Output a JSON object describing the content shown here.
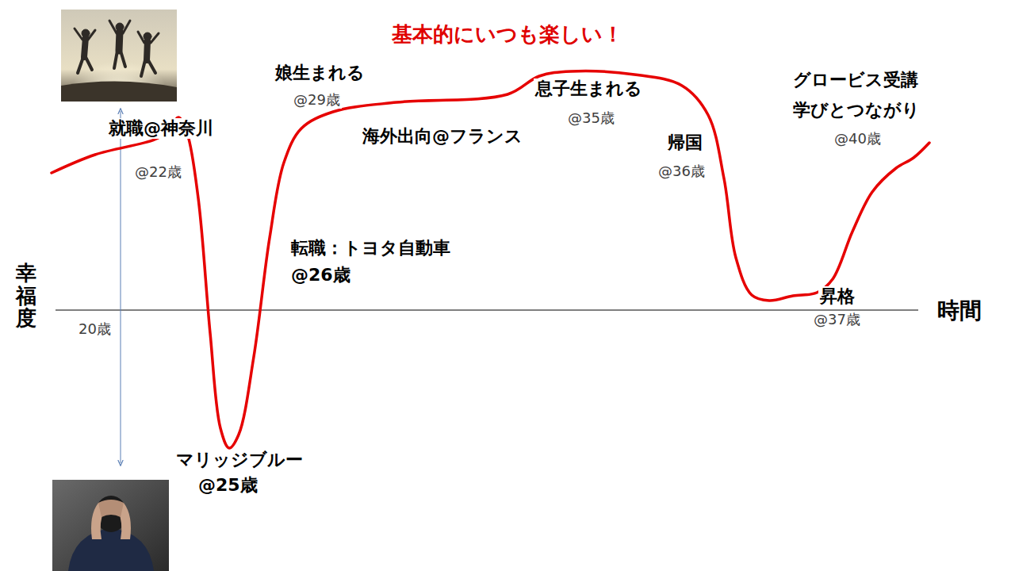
{
  "diagram": {
    "title": "基本的にいつも楽しい！",
    "labels": [
      "就職@神奈川",
      "@22歳",
      "娘生まれる",
      "@29歳",
      "海外出向@フランス",
      "息子生まれる",
      "@35歳",
      "帰国",
      "@36歳",
      "グロービス受講 学びとつながり",
      "@40歳",
      "転職：トヨタ自動車",
      "@26歳",
      "マリッジブルー",
      "@25歳",
      "昇格",
      "@37歳",
      "時間",
      "20歳",
      "幸福度"
    ]
  }
}
